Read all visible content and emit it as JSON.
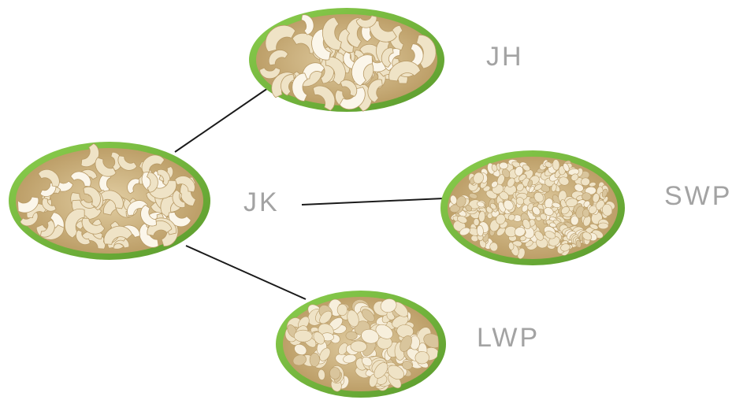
{
  "labels": {
    "top": "JH",
    "middle": "JK",
    "right": "SWP",
    "bottom": "LWP"
  },
  "bowls": [
    {
      "id": "center",
      "piece_style": "large-halves"
    },
    {
      "id": "top",
      "piece_style": "whole-halves"
    },
    {
      "id": "right",
      "piece_style": "small-pieces"
    },
    {
      "id": "bottom",
      "piece_style": "medium-pieces"
    }
  ],
  "colors": {
    "bowl_rim": "#7cc143",
    "bowl_rim_dark": "#5a9a2c",
    "cashew_base": "#efe3c6",
    "cashew_shade": "#d9c59c",
    "cashew_dark": "#b89a66",
    "connector_line": "#1a1a1a",
    "label_text": "#a3a3a3"
  }
}
